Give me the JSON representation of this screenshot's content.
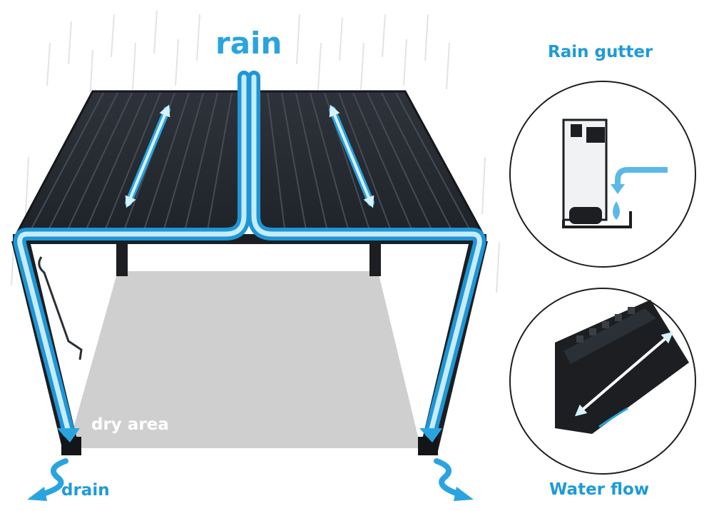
{
  "labels": {
    "rain": "rain",
    "rain_gutter": "Rain gutter",
    "water_flow": "Water flow",
    "drain": "drain",
    "dry_area": "dry area"
  },
  "colors": {
    "water_blue": "#2aa4e0",
    "water_light": "#9fdcf8",
    "roof_dark": "#2b2f36",
    "frame_dark": "#1c1e22",
    "dry_floor": "#cfcfcf",
    "title_blue": "#1e9ad8"
  },
  "icons": [
    "rain-streaks",
    "water-drop-icon",
    "double-arrow-icon",
    "drain-arrow-icon"
  ]
}
